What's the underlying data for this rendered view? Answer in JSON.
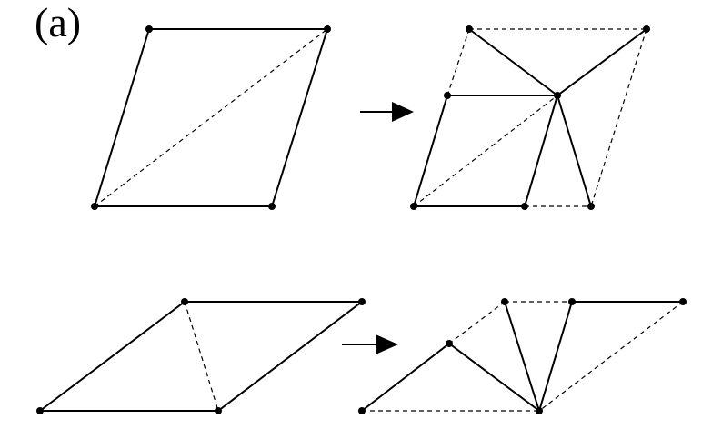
{
  "figure": {
    "label": "(a)",
    "rows": [
      {
        "name": "upper-row",
        "description_items": [
          "parallelogram",
          "subdivided-parallelogram"
        ]
      },
      {
        "name": "lower-row",
        "description_items": [
          "parallelogram",
          "subdivided-parallelogram"
        ]
      }
    ],
    "line_styles": {
      "solid": "edge",
      "dashed": "diagonal"
    },
    "colors": {
      "stroke": "#000000",
      "vertex": "#000000",
      "background": "#ffffff"
    },
    "icons": {
      "arrow": "right-arrow-icon"
    }
  }
}
